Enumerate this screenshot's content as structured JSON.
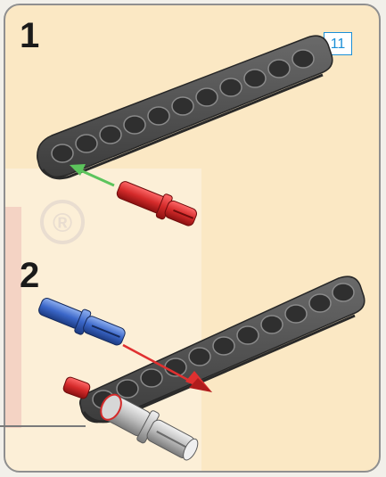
{
  "steps": [
    {
      "number": "1",
      "part_count": "11"
    },
    {
      "number": "2"
    }
  ],
  "watermark": {
    "symbol": "®"
  },
  "colors": {
    "panel_bg": "#fbe8c4",
    "beam": "#4a4a4a",
    "pin_red": "#d42a2a",
    "pin_blue": "#3a66c8",
    "pin_grey": "#bdbdbd",
    "arrow_green": "#5cc45c",
    "arrow_red": "#e03030",
    "badge_blue": "#1b8fd6"
  }
}
